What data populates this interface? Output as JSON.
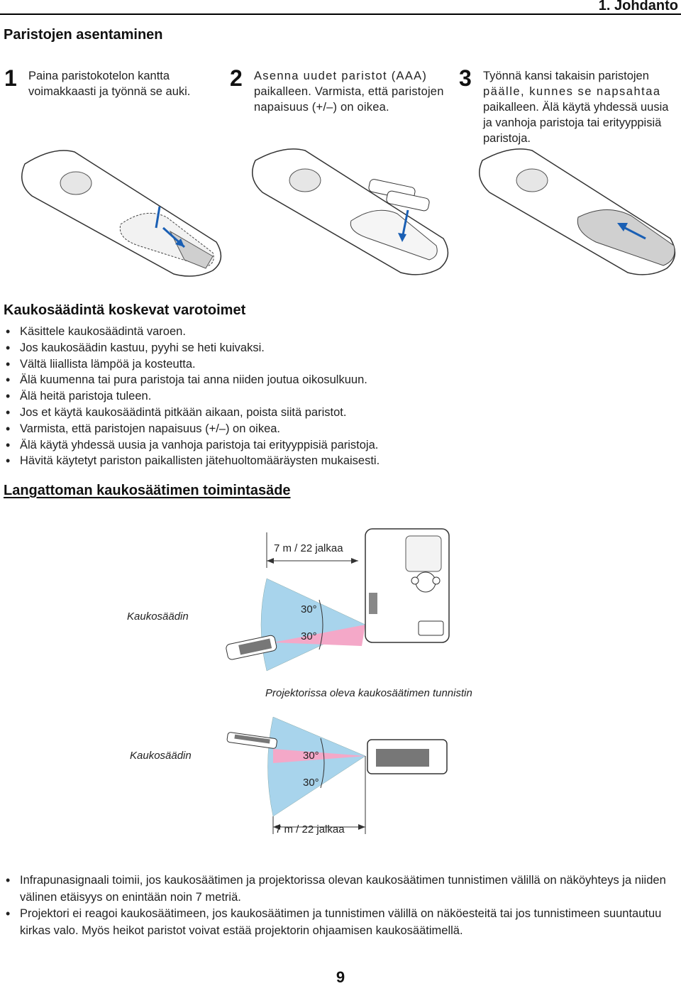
{
  "chapter": "1. Johdanto",
  "section1_title": "Paristojen asentaminen",
  "steps": [
    {
      "num": "1",
      "line1": "Paina paristokotelon kantta",
      "line2": "voimakkaasti ja työnnä se auki.",
      "line3": "",
      "line4": "",
      "line5": ""
    },
    {
      "num": "2",
      "line1": "Asenna uudet paristot (AAA)",
      "line2": "paikalleen. Varmista, että paristojen",
      "line3": "napaisuus (+/–) on oikea.",
      "line4": "",
      "line5": ""
    },
    {
      "num": "3",
      "line1": "Työnnä kansi takaisin paristojen",
      "line2": "päälle, kunnes se napsahtaa",
      "line3": "paikalleen. Älä käytä yhdessä uusia",
      "line4": "ja vanhoja paristoja tai erityyppisiä",
      "line5": "paristoja."
    }
  ],
  "section2_title": "Kaukosäädintä koskevat varotoimet",
  "precautions": [
    "Käsittele kaukosäädintä varoen.",
    "Jos kaukosäädin kastuu, pyyhi se heti kuivaksi.",
    "Vältä liiallista lämpöä ja kosteutta.",
    "Älä kuumenna tai pura paristoja tai anna niiden joutua oikosulkuun.",
    "Älä heitä paristoja tuleen.",
    "Jos et käytä kaukosäädintä pitkään aikaan, poista siitä paristot.",
    "Varmista, että paristojen napaisuus (+/–) on oikea.",
    "Älä käytä yhdessä uusia ja vanhoja paristoja tai erityyppisiä paristoja.",
    "Hävitä käytetyt pariston paikallisten jätehuoltomääräysten mukaisesti."
  ],
  "section3_title": "Langattoman kaukosäätimen toimintasäde",
  "diagram_top": {
    "distance": "7 m / 22 jalkaa",
    "remote_label": "Kaukosäädin",
    "angle_upper": "30°",
    "angle_lower": "30°",
    "sensor_label": "Projektorissa oleva kaukosäätimen tunnistin"
  },
  "diagram_bottom": {
    "remote_label": "Kaukosäädin",
    "angle_upper": "30°",
    "angle_lower": "30°",
    "distance": "7 m / 22 jalkaa"
  },
  "notes": [
    "Infrapunasignaali toimii, jos kaukosäätimen ja projektorissa olevan kaukosäätimen tunnistimen välillä on näköyhteys ja niiden välinen etäisyys on enintään noin 7 metriä.",
    "Projektori ei reagoi kaukosäätimeen, jos kaukosäätimen ja tunnistimen välillä on näköesteitä tai jos tunnistimeen suuntautuu kirkas valo. Myös heikot paristot voivat estää projektorin ohjaamisen kaukosäätimellä."
  ],
  "page_number": "9",
  "colors": {
    "arrow": "#1a5fb4",
    "cone": "#a8d4ec",
    "beam": "#f4a8c8"
  }
}
